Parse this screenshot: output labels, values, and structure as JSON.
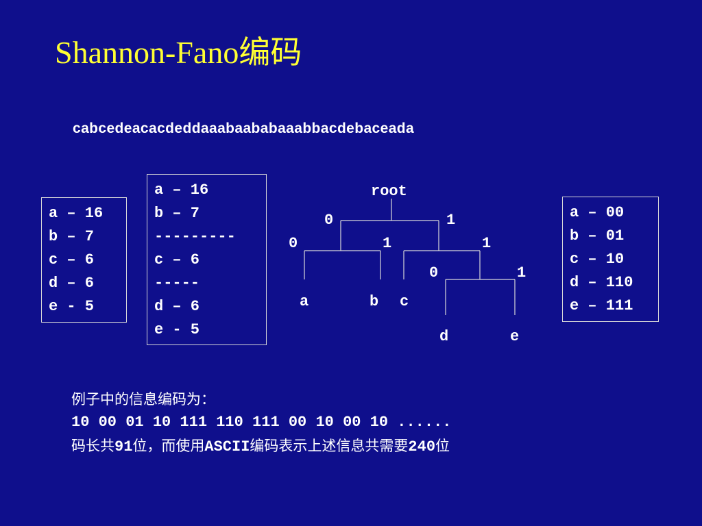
{
  "title": "Shannon-Fano编码",
  "sequence": "cabcedeacacdeddaaabaababaaabbacdebaceada",
  "freq_table": [
    "a – 16",
    "b – 7",
    "c – 6",
    "d – 6",
    "e - 5"
  ],
  "split_table": [
    "a – 16",
    "b – 7",
    "---------",
    "c – 6",
    "-----",
    "d – 6",
    "e - 5"
  ],
  "tree": {
    "root_label": "root",
    "edge_labels": {
      "root_left": "0",
      "root_right": "1",
      "l_left": "0",
      "l_right": "1",
      "r_right": "1",
      "rl_left": "0",
      "rl_right": "1"
    },
    "leaves": {
      "a": "a",
      "b": "b",
      "c": "c",
      "d": "d",
      "e": "e"
    }
  },
  "code_table": [
    "a – 00",
    "b – 01",
    "c – 10",
    "d – 110",
    "e – 111"
  ],
  "summary": {
    "line1": "例子中的信息编码为：",
    "line2": "10 00 01 10 111 110 111 00 10 00 10 ......",
    "line3_parts": [
      "码长共",
      "91",
      "位，而使用",
      "ASCII",
      "编码表示上述信息共需要",
      "240",
      "位"
    ]
  }
}
